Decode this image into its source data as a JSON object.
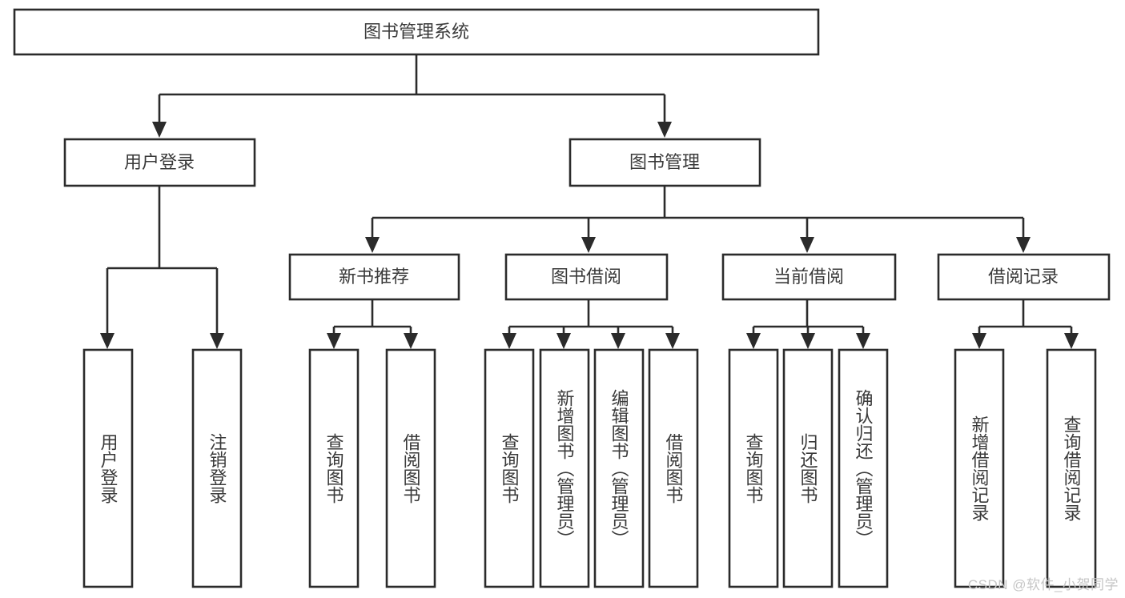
{
  "diagram": {
    "type": "tree-hierarchy-flowchart",
    "title": "图书管理系统",
    "watermark": "CSDN @软件_小贺同学",
    "colors": {
      "box_stroke": "#2b2b2b",
      "box_fill": "#ffffff",
      "text": "#3a3a3a",
      "background": "#ffffff",
      "watermark": "#c6c6c6"
    },
    "levels": {
      "root": {
        "label": "图书管理系统"
      },
      "level2": [
        {
          "label": "用户登录"
        },
        {
          "label": "图书管理"
        }
      ],
      "level3": [
        {
          "label": "新书推荐"
        },
        {
          "label": "图书借阅"
        },
        {
          "label": "当前借阅"
        },
        {
          "label": "借阅记录"
        }
      ],
      "leaves": {
        "user_login": [
          {
            "label": "用户登录"
          },
          {
            "label": "注销登录"
          }
        ],
        "new_book_recommend": [
          {
            "label": "查询图书"
          },
          {
            "label": "借阅图书"
          }
        ],
        "book_borrow": [
          {
            "label": "查询图书"
          },
          {
            "label": "新增图书（管理员）"
          },
          {
            "label": "编辑图书（管理员）"
          },
          {
            "label": "借阅图书"
          }
        ],
        "current_borrow": [
          {
            "label": "查询图书"
          },
          {
            "label": "归还图书"
          },
          {
            "label": "确认归还（管理员）"
          }
        ],
        "borrow_record": [
          {
            "label": "新增借阅记录"
          },
          {
            "label": "查询借阅记录"
          }
        ]
      }
    }
  }
}
